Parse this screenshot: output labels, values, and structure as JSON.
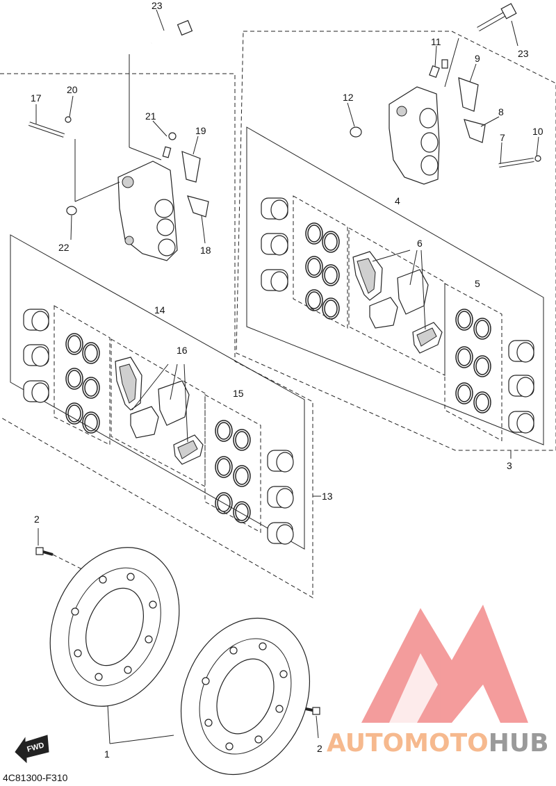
{
  "diagram_code": "4C81300-F310",
  "fwd_label": "FWD",
  "watermark": {
    "light": "AUTOMOTO",
    "dark": "HUB",
    "color_light": "#f6b98e",
    "color_dark": "#9a9a9a",
    "logo_color": "#f28b8b"
  },
  "callouts": {
    "c1": "1",
    "c2a": "2",
    "c2b": "2",
    "c3": "3",
    "c4": "4",
    "c5": "5",
    "c6": "6",
    "c7": "7",
    "c8": "8",
    "c9": "9",
    "c10": "10",
    "c11": "11",
    "c12": "12",
    "c13": "13",
    "c14": "14",
    "c15": "15",
    "c16": "16",
    "c17": "17",
    "c18": "18",
    "c19": "19",
    "c20": "20",
    "c21": "21",
    "c22": "22",
    "c23a": "23",
    "c23b": "23"
  }
}
